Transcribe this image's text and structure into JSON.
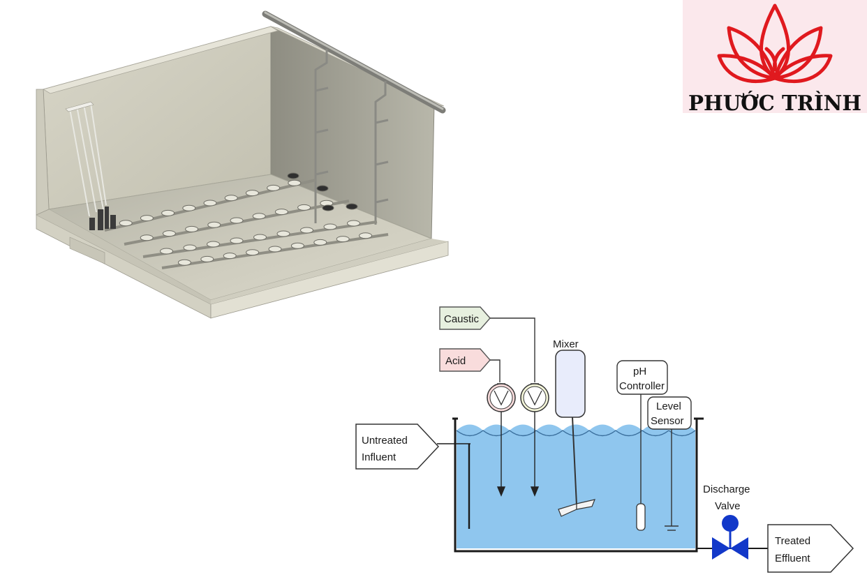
{
  "logo": {
    "name": "PHƯỚC TRÌNH",
    "background": "#fbe8ec",
    "lotus_color": "#e0191e"
  },
  "tank_illustration": {
    "description_icon": "aeration-tank-3d"
  },
  "diagram": {
    "water_color": "#8fc6ee",
    "labels": {
      "caustic": "Caustic",
      "acid": "Acid",
      "mixer": "Mixer",
      "ph_controller_1": "pH",
      "ph_controller_2": "Controller",
      "level_sensor_1": "Level",
      "level_sensor_2": "Sensor",
      "untreated_1": "Untreated",
      "untreated_2": "Influent",
      "discharge_1": "Discharge",
      "discharge_2": "Valve",
      "treated_1": "Treated",
      "treated_2": "Effluent"
    },
    "colors": {
      "caustic_tag": "#e7f0df",
      "acid_tag": "#f9dcdc",
      "valve": "#1238c9",
      "mixer_body": "#e8ecfb"
    }
  }
}
